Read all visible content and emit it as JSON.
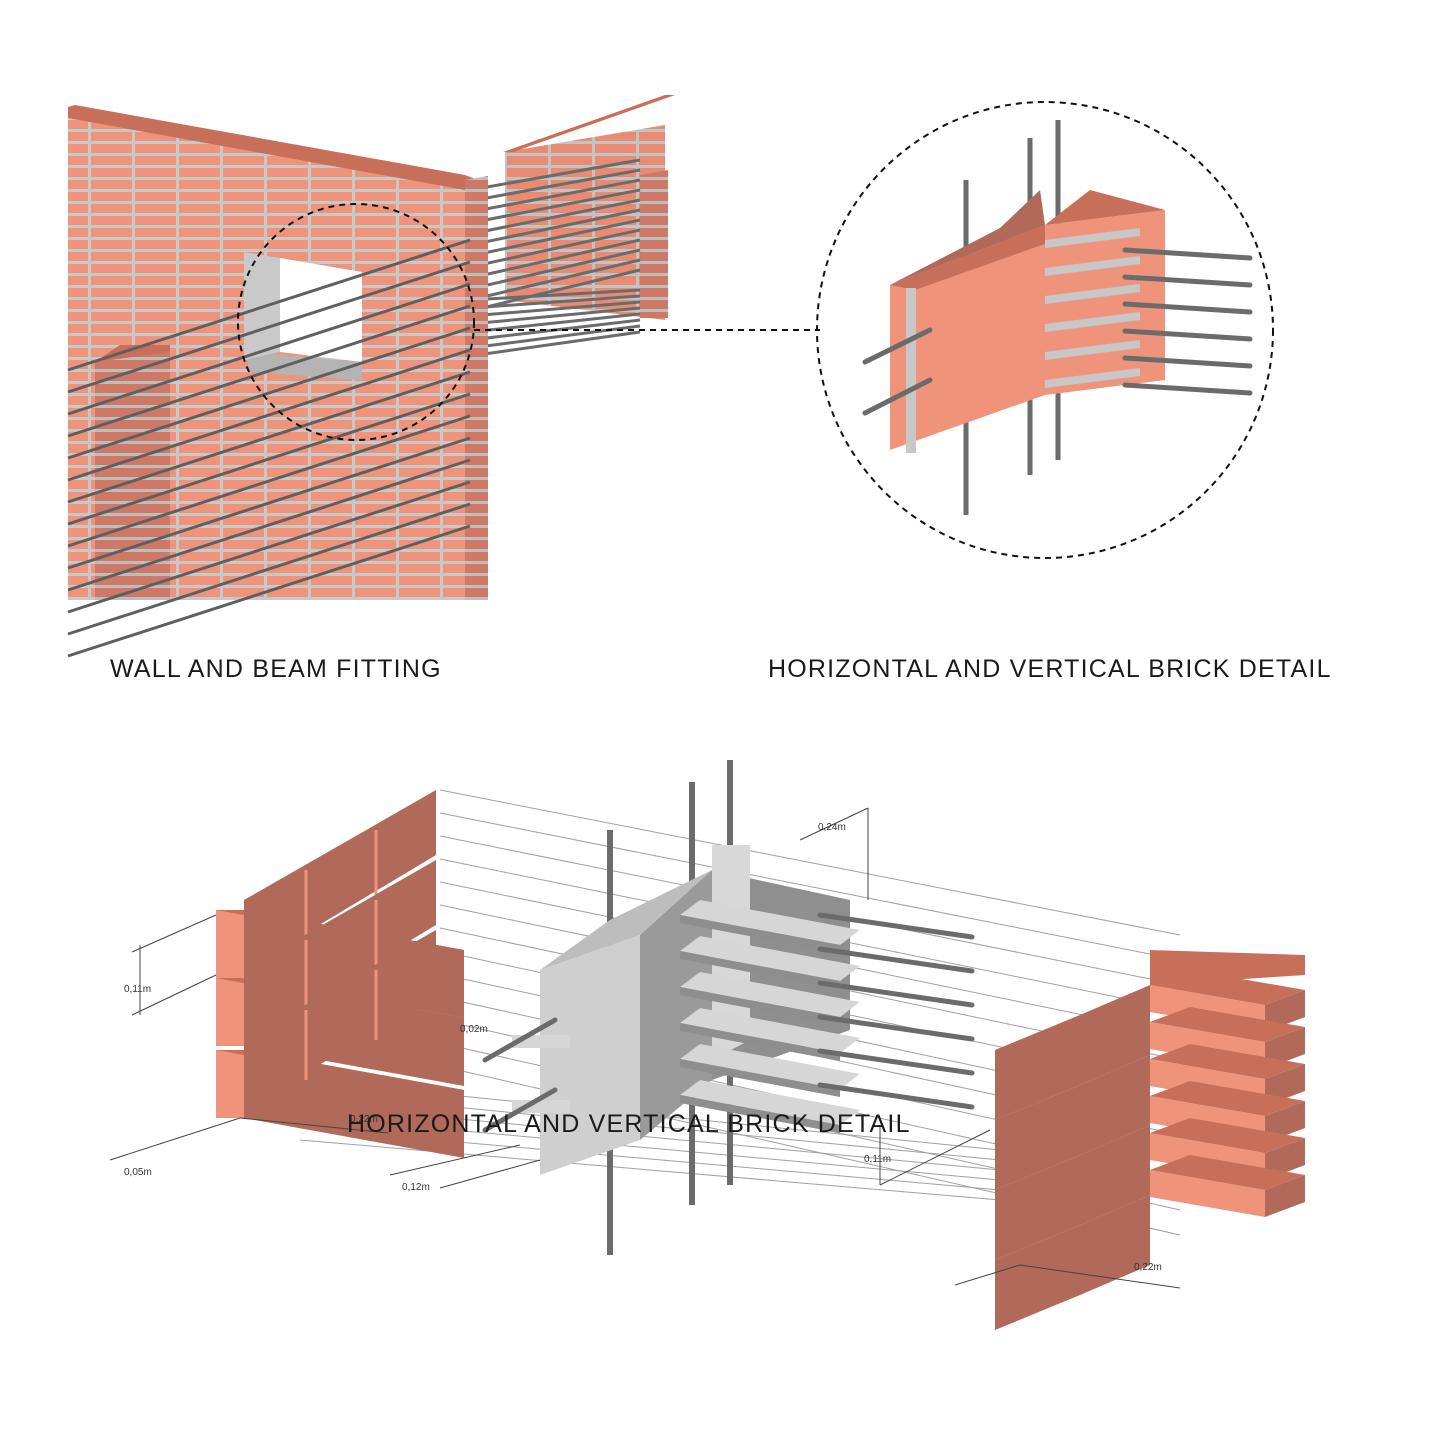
{
  "captions": {
    "wall_and_beam": "WALL AND BEAM FITTING",
    "detail_top": "HORIZONTAL AND VERTICAL BRICK DETAIL",
    "detail_bottom": "HORIZONTAL AND VERTICAL BRICK DETAIL"
  },
  "dimensions": {
    "brick_height_left": "0,11m",
    "brick_length_left": "0,22m",
    "brick_depth_left": "0,05m",
    "mortar_gap": "0,02m",
    "column_width": "0,12m",
    "column_depth": "0,24m",
    "brick_height_right": "0,11m",
    "brick_length_right": "0,22m"
  },
  "colors": {
    "brick_front": "#f0937b",
    "brick_top": "#c86f5a",
    "brick_side": "#b1695a",
    "concrete_light": "#d6d6d6",
    "concrete_mid": "#b4b4b4",
    "concrete_dark": "#8e8e8e",
    "rebar": "#6b6b6b",
    "guide_line": "#9a9a9a"
  }
}
